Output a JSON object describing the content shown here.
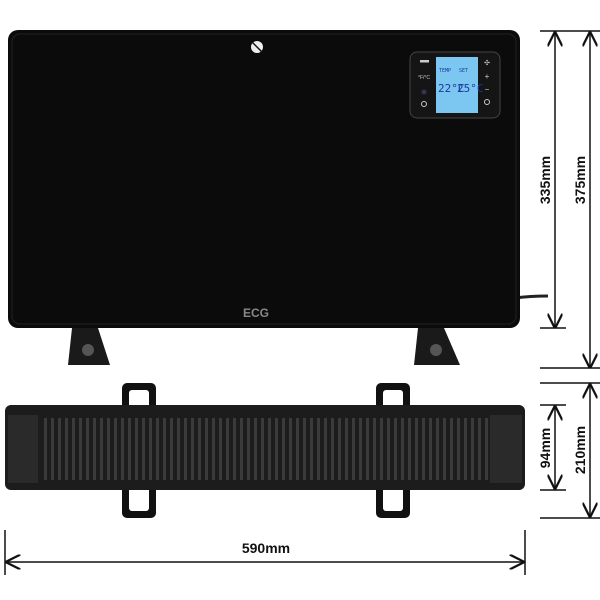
{
  "product": {
    "brand_logo": "ECG",
    "display": {
      "label_temp": "TEMP",
      "label_set": "SET",
      "current_temp": "22°C",
      "set_temp": "25°C",
      "unit_toggle": "°F/°C"
    },
    "colors": {
      "body": "#0b0b0b",
      "lcd": "#7cc7f2",
      "dimension_lines": "#111111"
    }
  },
  "dimensions": {
    "glass_height": "335mm",
    "total_height": "375mm",
    "depth_body": "94mm",
    "depth_total": "210mm",
    "width": "590mm"
  }
}
